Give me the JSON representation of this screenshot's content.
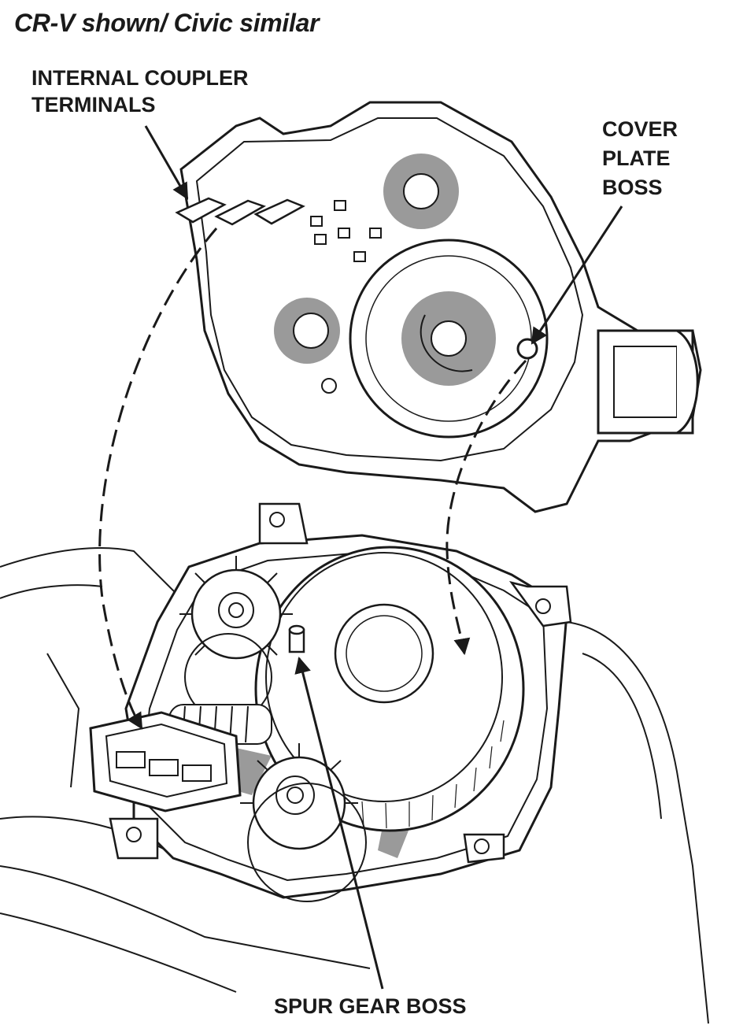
{
  "caption": "CR-V shown/ Civic similar",
  "callouts": {
    "internal_coupler": [
      "INTERNAL COUPLER",
      "TERMINALS"
    ],
    "cover_plate_boss": [
      "COVER",
      "PLATE",
      "BOSS"
    ],
    "spur_gear_boss": "SPUR GEAR BOSS"
  },
  "colors": {
    "line": "#1a1a1a",
    "highlight": "#9a9a9a",
    "background": "#ffffff"
  }
}
